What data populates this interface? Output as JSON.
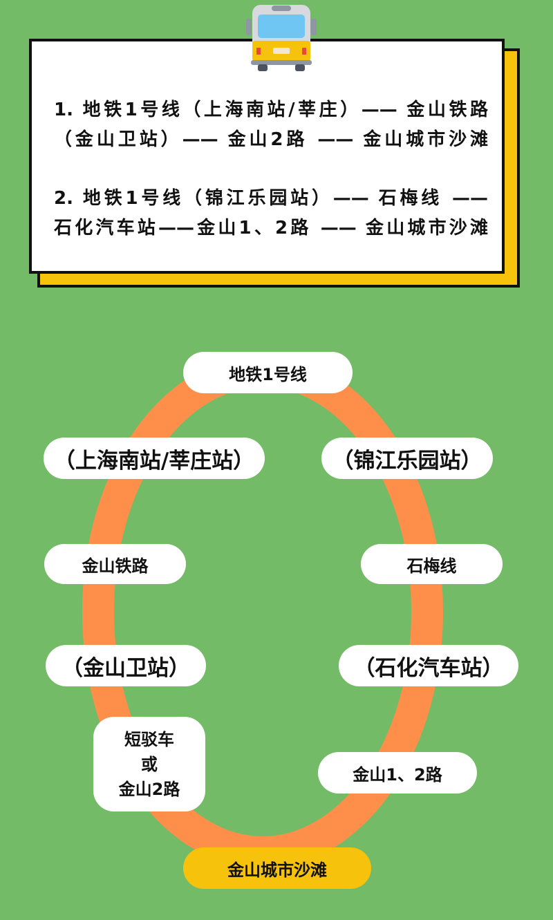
{
  "routes": [
    {
      "line1": "1. 地铁1号线（上海南站/莘庄）—— 金山铁路",
      "line2": "（金山卫站）—— 金山2路 —— 金山城市沙滩"
    },
    {
      "line1": "2. 地铁1号线（锦江乐园站）—— 石梅线 ——",
      "line2": "石化汽车站——金山1、2路 —— 金山城市沙滩"
    }
  ],
  "diagram": {
    "start": "地铁1号线",
    "left_path": {
      "station": "（上海南站/莘庄站）",
      "rail": "金山铁路",
      "rail_stop": "（金山卫站）",
      "transfer_lines": [
        "短驳车",
        "或",
        "金山2路"
      ]
    },
    "right_path": {
      "station": "（锦江乐园站）",
      "bus_line": "石梅线",
      "bus_stop": "（石化汽车站）",
      "transfer": "金山1、2路"
    },
    "destination": "金山城市沙滩"
  },
  "colors": {
    "background": "#73bb66",
    "ring": "#fe8f4a",
    "accent_yellow": "#f7c20b",
    "card": "#ffffff"
  },
  "icons": [
    "bus-icon"
  ]
}
